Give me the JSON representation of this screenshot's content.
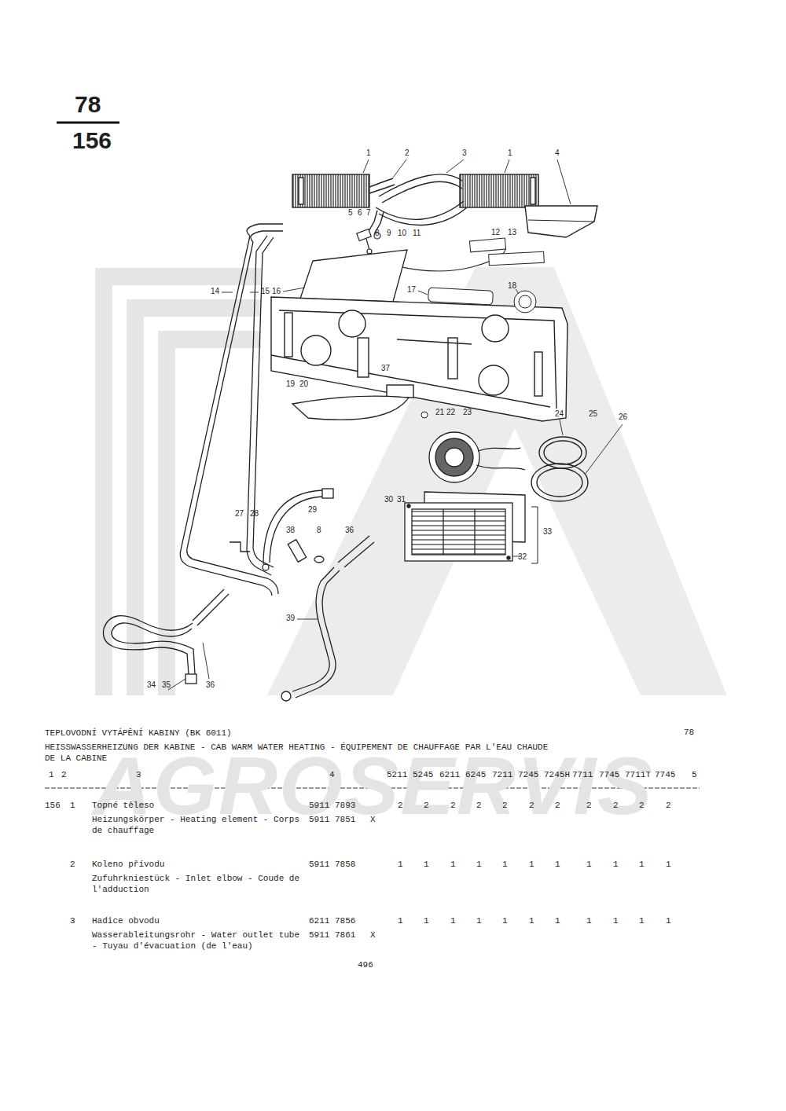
{
  "diagram": {
    "title": "TEPLOVODNÍ VYTÁPĚNÍ KABINY (BK 6011)",
    "labels": [
      "78",
      "156",
      "1",
      "2",
      "3",
      "1",
      "4",
      "5",
      "6",
      "7",
      "8",
      "9",
      "10",
      "11",
      "12",
      "13",
      "14",
      "15",
      "16",
      "17",
      "18",
      "37",
      "19",
      "20",
      "21",
      "22",
      "23",
      "24",
      "25",
      "26",
      "27",
      "28",
      "29",
      "30",
      "31",
      "33",
      "38",
      "8",
      "36",
      "32",
      "39",
      "34",
      "35",
      "36",
      "HEISSWASSERHEIZUNG DER KABINE - CAB WARM WATER HEATING - ÉQUIPEMENT DE CHAUFFAGE PAR L'EAU CHAUDE DE LA CABINE",
      "78",
      "1",
      "2",
      "3",
      "4",
      "5211",
      "5245",
      "6211",
      "6245",
      "7211",
      "7245",
      "7245H",
      "7711",
      "7745",
      "7711T",
      "7745",
      "5",
      "156",
      "1",
      "Topné těleso",
      "Heizungskörper - Heating element - Corps de chauffage",
      "5911 7893",
      "5911 7851",
      "X",
      "2",
      "2",
      "2",
      "2",
      "2",
      "2",
      "2",
      "2",
      "2",
      "2",
      "2",
      "2",
      "Koleno přívodu",
      "Zufuhrkniestück - Inlet elbow - Coude de l'adduction",
      "5911 7858",
      "1",
      "1",
      "1",
      "1",
      "1",
      "1",
      "1",
      "1",
      "1",
      "1",
      "1",
      "3",
      "Hadice obvodu",
      "Wasserableitungsrohr - Water outlet tube - Tuyau d'évacuation (de l'eau)",
      "6211 7856",
      "5911 7861",
      "X",
      "1",
      "1",
      "1",
      "1",
      "1",
      "1",
      "1",
      "1",
      "1",
      "1",
      "1",
      "496",
      "AGROSERVIS"
    ]
  }
}
